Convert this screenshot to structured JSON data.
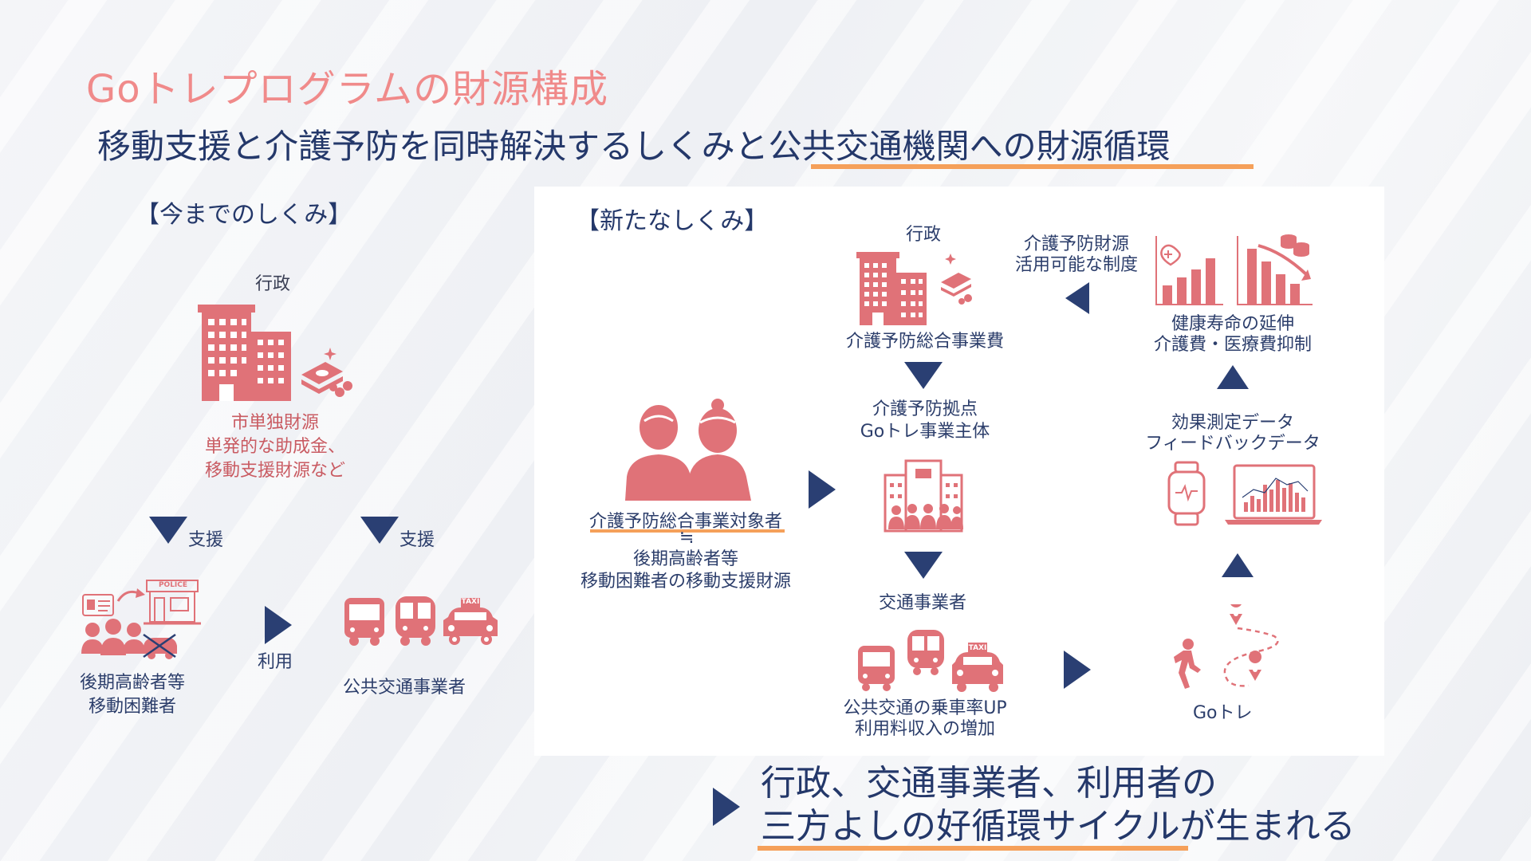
{
  "title": "Goトレプログラムの財源構成",
  "subtitle": "移動支援と介護予防を同時解決するしくみと公共交通機関への財源循環",
  "old_system": {
    "header": "【今までのしくみ】",
    "gov_label": "行政",
    "funding_line1": "市単独財源",
    "funding_line2": "単発的な助成金、",
    "funding_line3": "移動支援財源など",
    "support_label_1": "支援",
    "support_label_2": "支援",
    "use_label": "利用",
    "elderly_line1": "後期高齢者等",
    "elderly_line2": "移動困難者",
    "transport_label": "公共交通事業者",
    "police_text": "POLICE",
    "taxi_text": "TAXI"
  },
  "new_system": {
    "header": "【新たなしくみ】",
    "gov_label": "行政",
    "gov_fund_label": "介護予防総合事業費",
    "hub_line1": "介護予防拠点",
    "hub_line2": "Goトレ事業主体",
    "transport_operator": "交通事業者",
    "ridership_line1": "公共交通の乗車率UP",
    "ridership_line2": "利用料収入の増加",
    "target_line1": "介護予防総合事業対象者",
    "approx_symbol": "≒",
    "target_line2": "後期高齢者等",
    "target_line3": "移動困難者の移動支援財源",
    "policy_line1": "介護予防財源",
    "policy_line2": "活用可能な制度",
    "health_line1": "健康寿命の延伸",
    "health_line2": "介護費・医療費抑制",
    "data_line1": "効果測定データ",
    "data_line2": "フィードバックデータ",
    "gotore_label": "Goトレ",
    "taxi_text": "TAXI"
  },
  "conclusion": {
    "line1": "行政、交通事業者、利用者の",
    "line2": "三方よしの好循環サイクルが生まれる"
  },
  "colors": {
    "accent_pink": "#e07278",
    "navy": "#2a3f73",
    "orange": "#f5a05a",
    "title_pink": "#f08a8a"
  }
}
